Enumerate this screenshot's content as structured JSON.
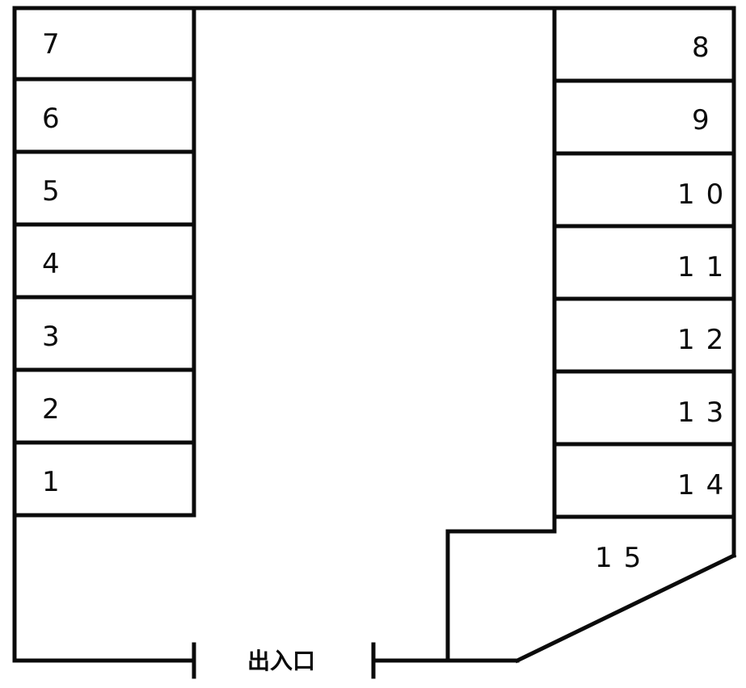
{
  "left_spaces": [
    "7",
    "6",
    "5",
    "4",
    "3",
    "2",
    "1"
  ],
  "right_spaces": [
    "8",
    "9",
    "10",
    "11",
    "12",
    "13",
    "14"
  ],
  "corner_space": "15",
  "entrance_label": "出入口"
}
